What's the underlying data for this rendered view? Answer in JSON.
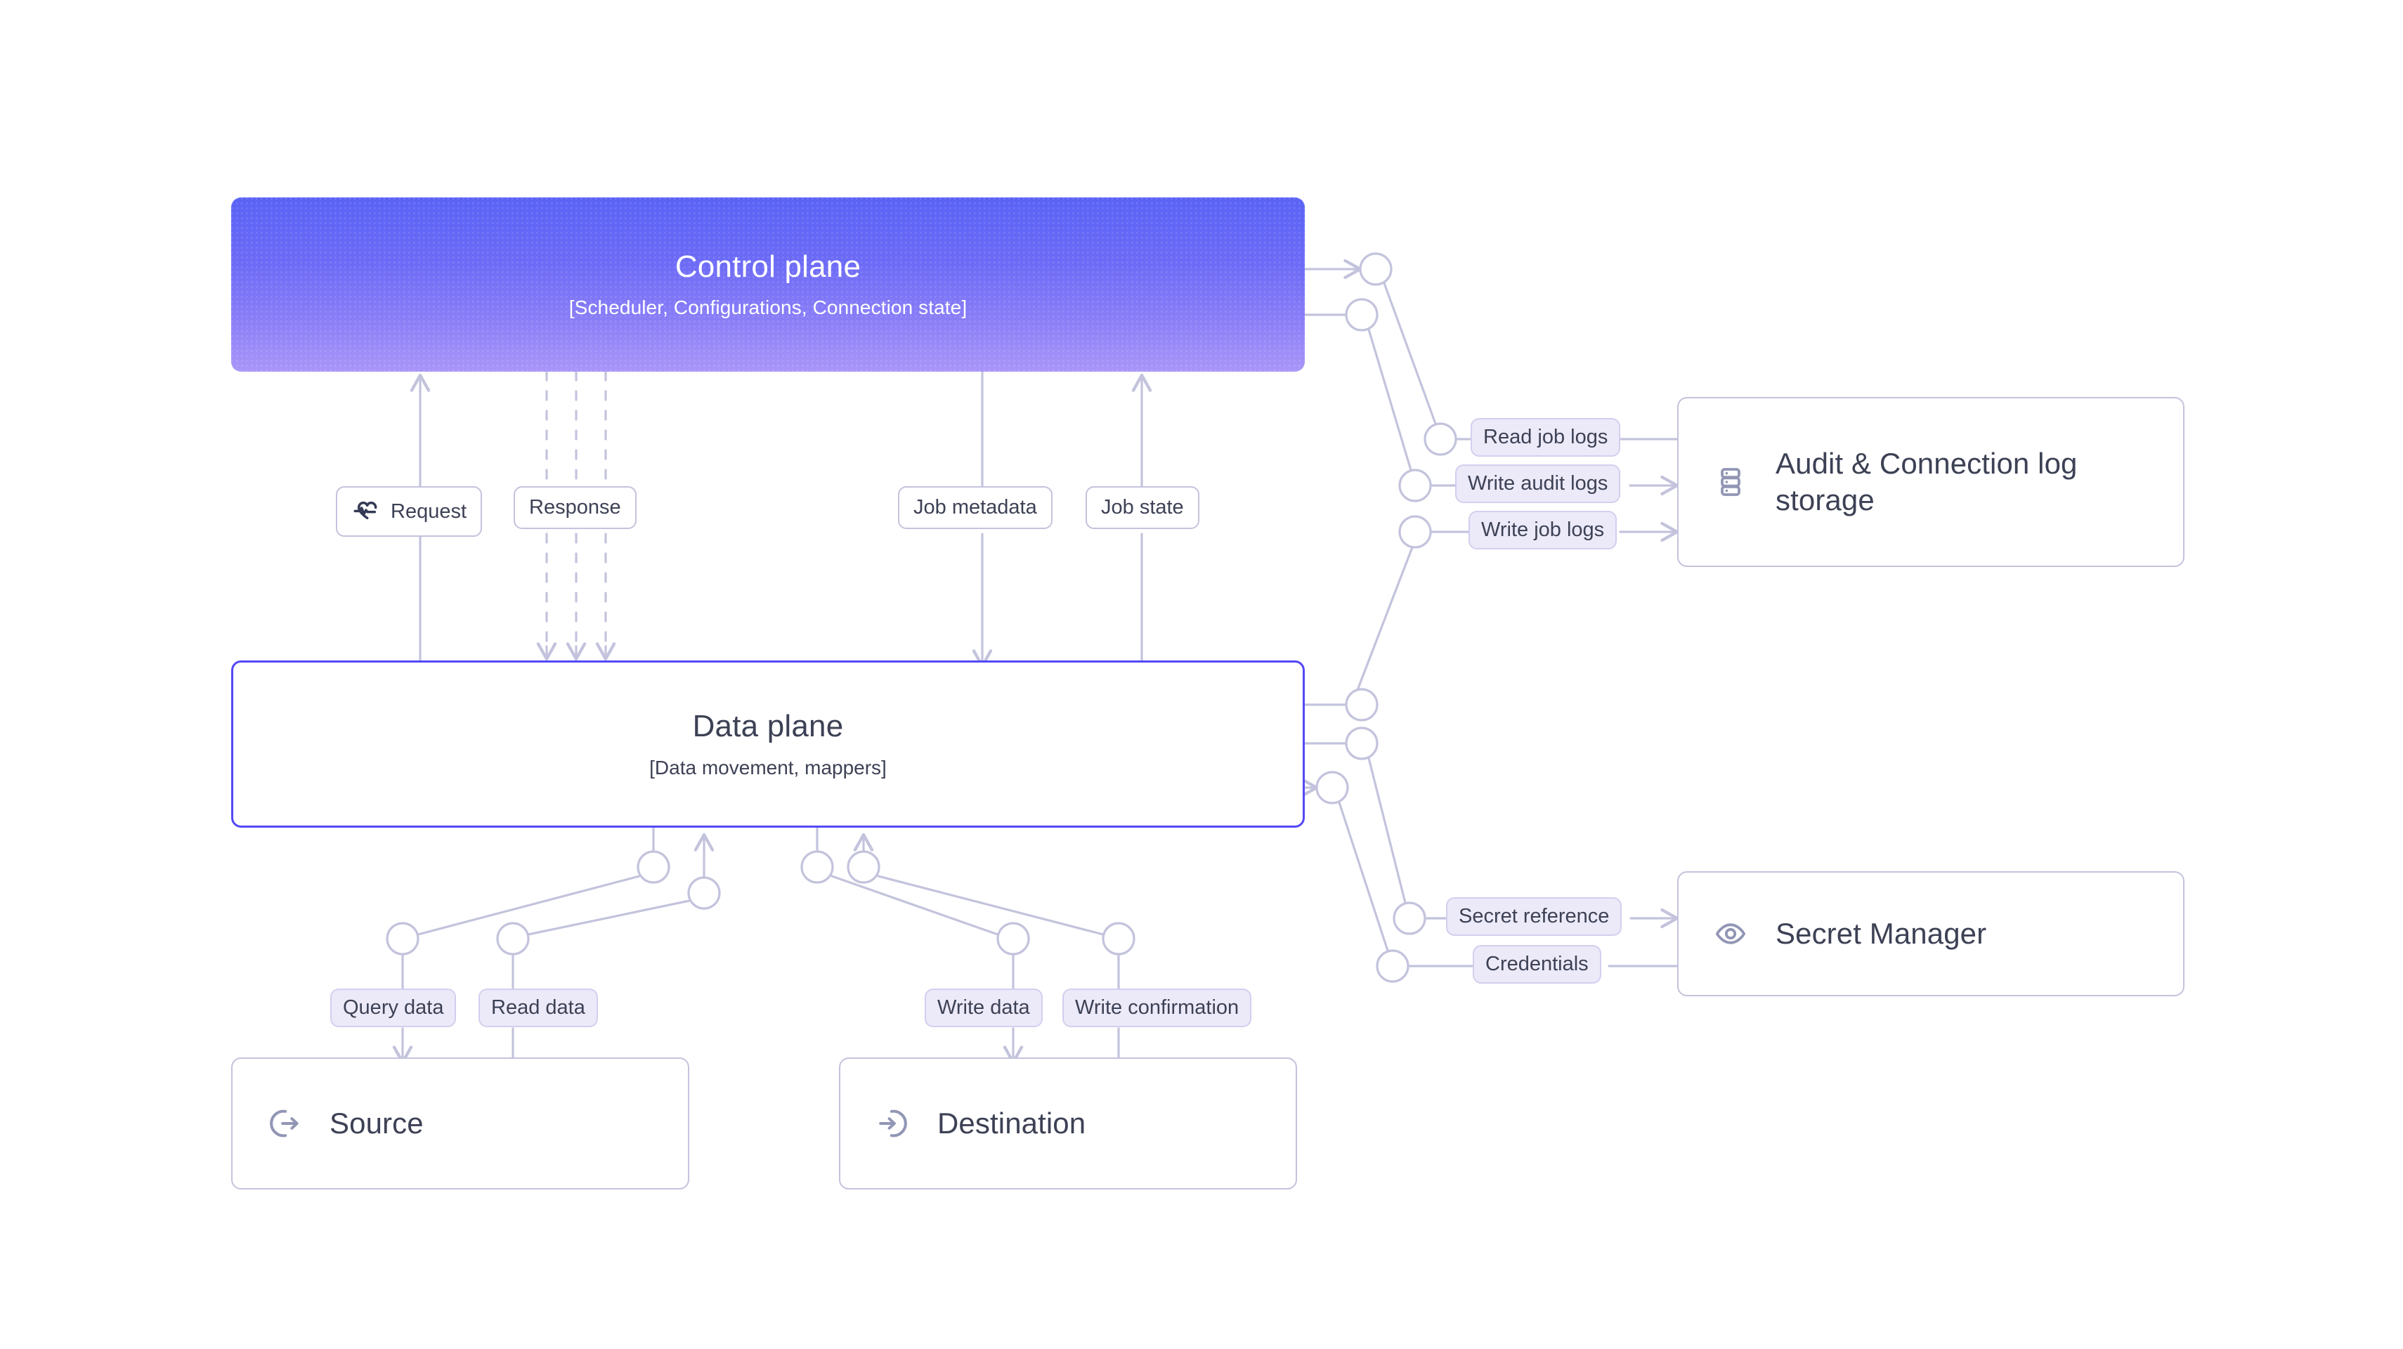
{
  "diagram": {
    "title": "Data pipeline control plane / data plane architecture",
    "background": "#ffffff",
    "colors": {
      "control_plane_gradient_top": "#5a63f5",
      "control_plane_gradient_bottom": "#a996f8",
      "data_plane_border": "#5448f5",
      "card_border": "#c3c3dd",
      "wire": "#c3c3dd",
      "badge_fill": "#eceaf9",
      "badge_border": "#d2cfee",
      "text": "#3d4155",
      "text_on_gradient": "#ffffff"
    }
  },
  "planes": {
    "control": {
      "title": "Control plane",
      "subtitle": "[Scheduler, Configurations, Connection state]"
    },
    "data": {
      "title": "Data plane",
      "subtitle": "[Data movement, mappers]"
    }
  },
  "services": {
    "audit": {
      "label": "Audit & Connection log storage",
      "icon": "server-stack-icon"
    },
    "secret": {
      "label": "Secret Manager",
      "icon": "eye-icon"
    },
    "source": {
      "label": "Source",
      "icon": "log-out-circle-icon"
    },
    "destination": {
      "label": "Destination",
      "icon": "log-in-circle-icon"
    }
  },
  "edge_labels": {
    "request": {
      "text": "Request",
      "icon": "pulse-icon",
      "style": "plain"
    },
    "response": {
      "text": "Response",
      "style": "plain"
    },
    "job_metadata": {
      "text": "Job metadata",
      "style": "plain"
    },
    "job_state": {
      "text": "Job state",
      "style": "plain"
    },
    "read_job_logs": {
      "text": "Read job logs",
      "style": "tinted"
    },
    "write_audit_logs": {
      "text": "Write audit logs",
      "style": "tinted"
    },
    "write_job_logs": {
      "text": "Write job logs",
      "style": "tinted"
    },
    "secret_reference": {
      "text": "Secret reference",
      "style": "tinted"
    },
    "credentials": {
      "text": "Credentials",
      "style": "tinted"
    },
    "query_data": {
      "text": "Query data",
      "style": "tinted"
    },
    "read_data": {
      "text": "Read data",
      "style": "tinted"
    },
    "write_data": {
      "text": "Write data",
      "style": "tinted"
    },
    "write_confirmation": {
      "text": "Write confirmation",
      "style": "tinted"
    }
  },
  "flows": [
    {
      "label": "Request",
      "from": "Data plane",
      "to": "Control plane",
      "style": "solid"
    },
    {
      "label": "Response",
      "from": "Control plane",
      "to": "Data plane",
      "style": "dashed-triple"
    },
    {
      "label": "Job metadata",
      "from": "Control plane",
      "to": "Data plane",
      "style": "solid"
    },
    {
      "label": "Job state",
      "from": "Data plane",
      "to": "Control plane",
      "style": "solid"
    },
    {
      "label": "Read job logs",
      "from": "Audit & Connection log storage",
      "to": "Control plane",
      "style": "solid"
    },
    {
      "label": "Write audit logs",
      "from": "Control plane",
      "to": "Audit & Connection log storage",
      "style": "solid"
    },
    {
      "label": "Write job logs",
      "from": "Data plane",
      "to": "Audit & Connection log storage",
      "style": "solid"
    },
    {
      "label": "Secret reference",
      "from": "Data plane",
      "to": "Secret Manager",
      "style": "solid"
    },
    {
      "label": "Credentials",
      "from": "Secret Manager",
      "to": "Data plane",
      "style": "solid"
    },
    {
      "label": "Query data",
      "from": "Data plane",
      "to": "Source",
      "style": "solid"
    },
    {
      "label": "Read data",
      "from": "Source",
      "to": "Data plane",
      "style": "solid"
    },
    {
      "label": "Write data",
      "from": "Data plane",
      "to": "Destination",
      "style": "solid"
    },
    {
      "label": "Write confirmation",
      "from": "Destination",
      "to": "Data plane",
      "style": "solid"
    }
  ]
}
